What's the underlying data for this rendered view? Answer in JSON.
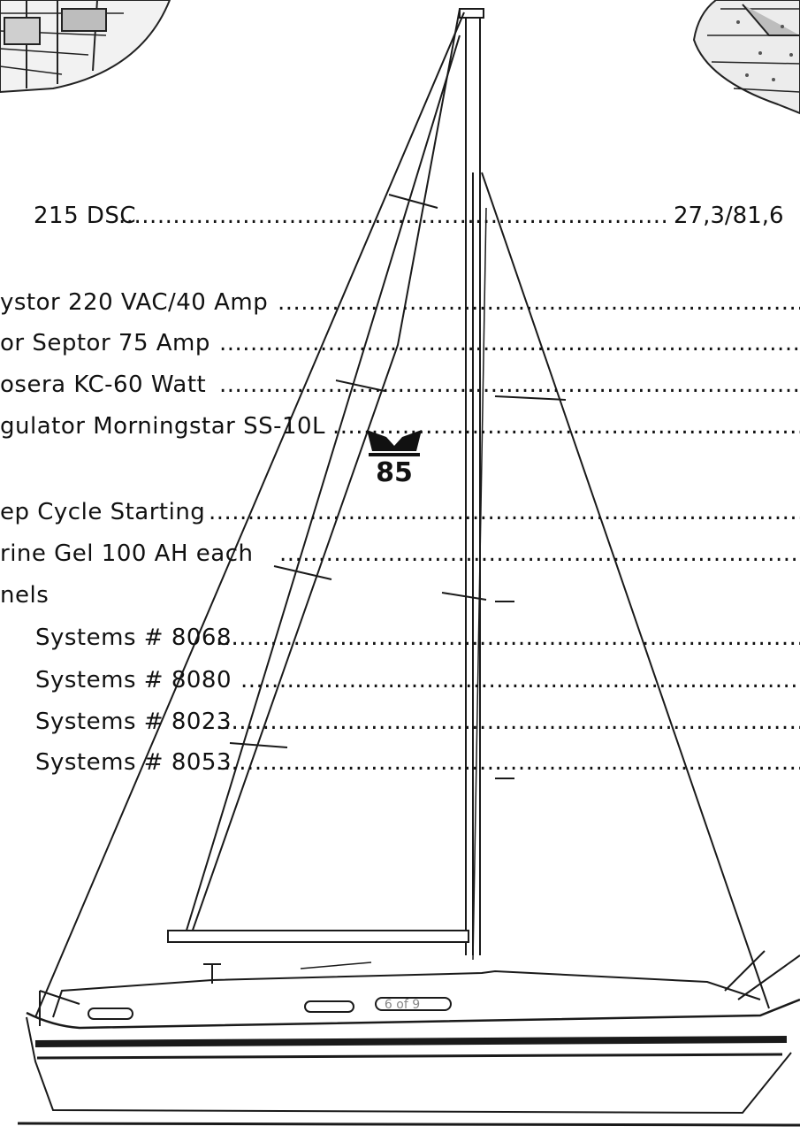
{
  "entries": [
    {
      "text": "215 DSC",
      "value": "27,3/81,6"
    },
    {
      "text": "ystor 220 VAC/40 Amp",
      "value": ""
    },
    {
      "text": "or Septor 75 Amp",
      "value": ""
    },
    {
      "text": "osera KC-60 Watt",
      "value": ""
    },
    {
      "text": "gulator Morningstar SS-10L",
      "value": ""
    },
    {
      "text": "ep Cycle Starting",
      "value": ""
    },
    {
      "text": "rine Gel 100 AH each",
      "value": ""
    },
    {
      "text": "nels",
      "value": ""
    },
    {
      "text": "Systems # 8068",
      "value": ""
    },
    {
      "text": "Systems # 8080",
      "value": ""
    },
    {
      "text": "Systems # 8023",
      "value": ""
    },
    {
      "text": "Systems # 8053",
      "value": ""
    }
  ],
  "badge": {
    "number": "85"
  },
  "page_number": "6 of 9",
  "colors": {
    "ink": "#111111",
    "line_art": "#1a1a1a",
    "page_number": "#888888"
  }
}
